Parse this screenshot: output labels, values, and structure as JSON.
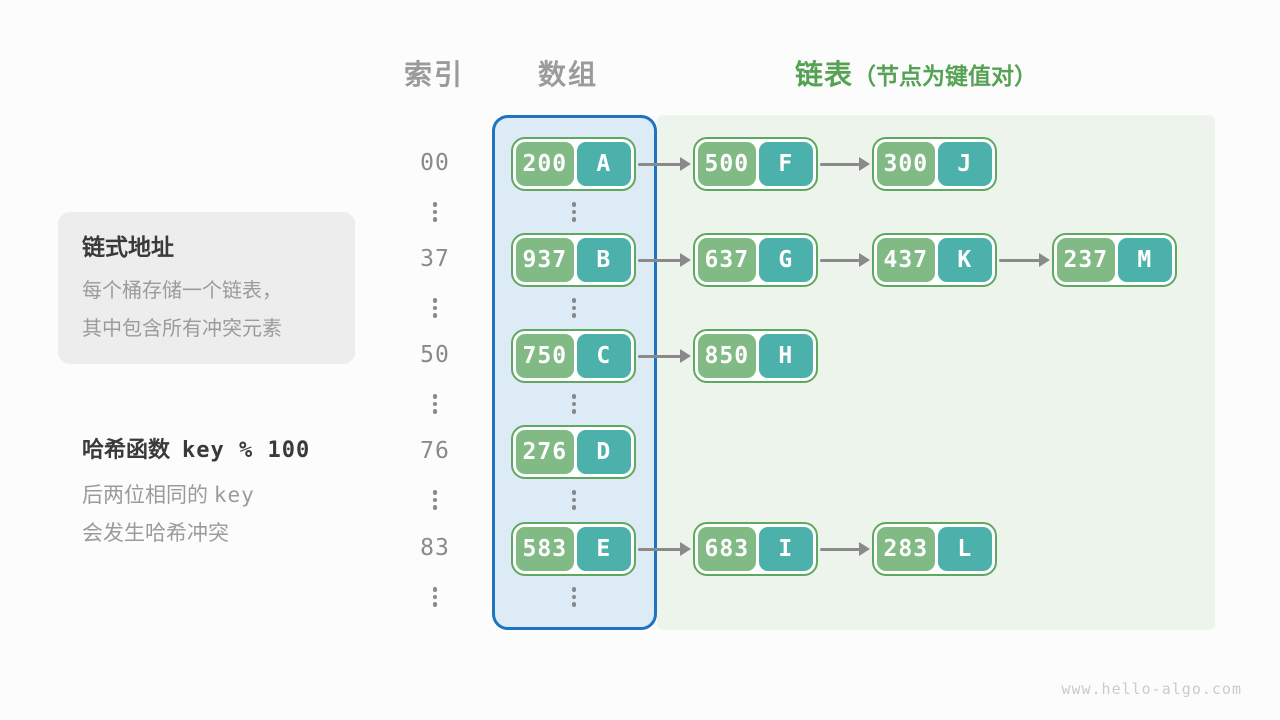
{
  "header": {
    "index_label": "索引",
    "array_label": "数组",
    "list_label": "链表",
    "list_note": "（节点为键值对）"
  },
  "info_card": {
    "title": "链式地址",
    "lines": [
      "每个桶存储一个链表，",
      "其中包含所有冲突元素"
    ]
  },
  "hash_note": {
    "title": "哈希函数",
    "formula": "key % 100",
    "line2_prefix": "后两位相同的",
    "line2_mono": "key",
    "line3": "会发生哈希冲突"
  },
  "hash_table": {
    "rows": [
      {
        "index": "00",
        "nodes": [
          {
            "key": "200",
            "value": "A"
          },
          {
            "key": "500",
            "value": "F"
          },
          {
            "key": "300",
            "value": "J"
          }
        ]
      },
      {
        "index": "37",
        "nodes": [
          {
            "key": "937",
            "value": "B"
          },
          {
            "key": "637",
            "value": "G"
          },
          {
            "key": "437",
            "value": "K"
          },
          {
            "key": "237",
            "value": "M"
          }
        ]
      },
      {
        "index": "50",
        "nodes": [
          {
            "key": "750",
            "value": "C"
          },
          {
            "key": "850",
            "value": "H"
          }
        ]
      },
      {
        "index": "76",
        "nodes": [
          {
            "key": "276",
            "value": "D"
          }
        ]
      },
      {
        "index": "83",
        "nodes": [
          {
            "key": "583",
            "value": "E"
          },
          {
            "key": "683",
            "value": "I"
          },
          {
            "key": "283",
            "value": "L"
          }
        ]
      }
    ]
  },
  "watermark": "www.hello-algo.com",
  "colors": {
    "background": "#fcfcfc",
    "gray_text": "#9b9b9b",
    "dark_text": "#3a3a3a",
    "index_text": "#8a8a8a",
    "green_accent": "#55a255",
    "node_border": "#5ea95f",
    "node_key_bg": "#81ba84",
    "node_value_bg": "#4bb1aa",
    "array_box_border": "#1f74c0",
    "array_box_bg": "#ddebf7",
    "list_region_bg": "#edf4ec",
    "arrow": "#8a8a8a",
    "card_bg": "#ededed",
    "watermark": "#cbcbcb"
  }
}
